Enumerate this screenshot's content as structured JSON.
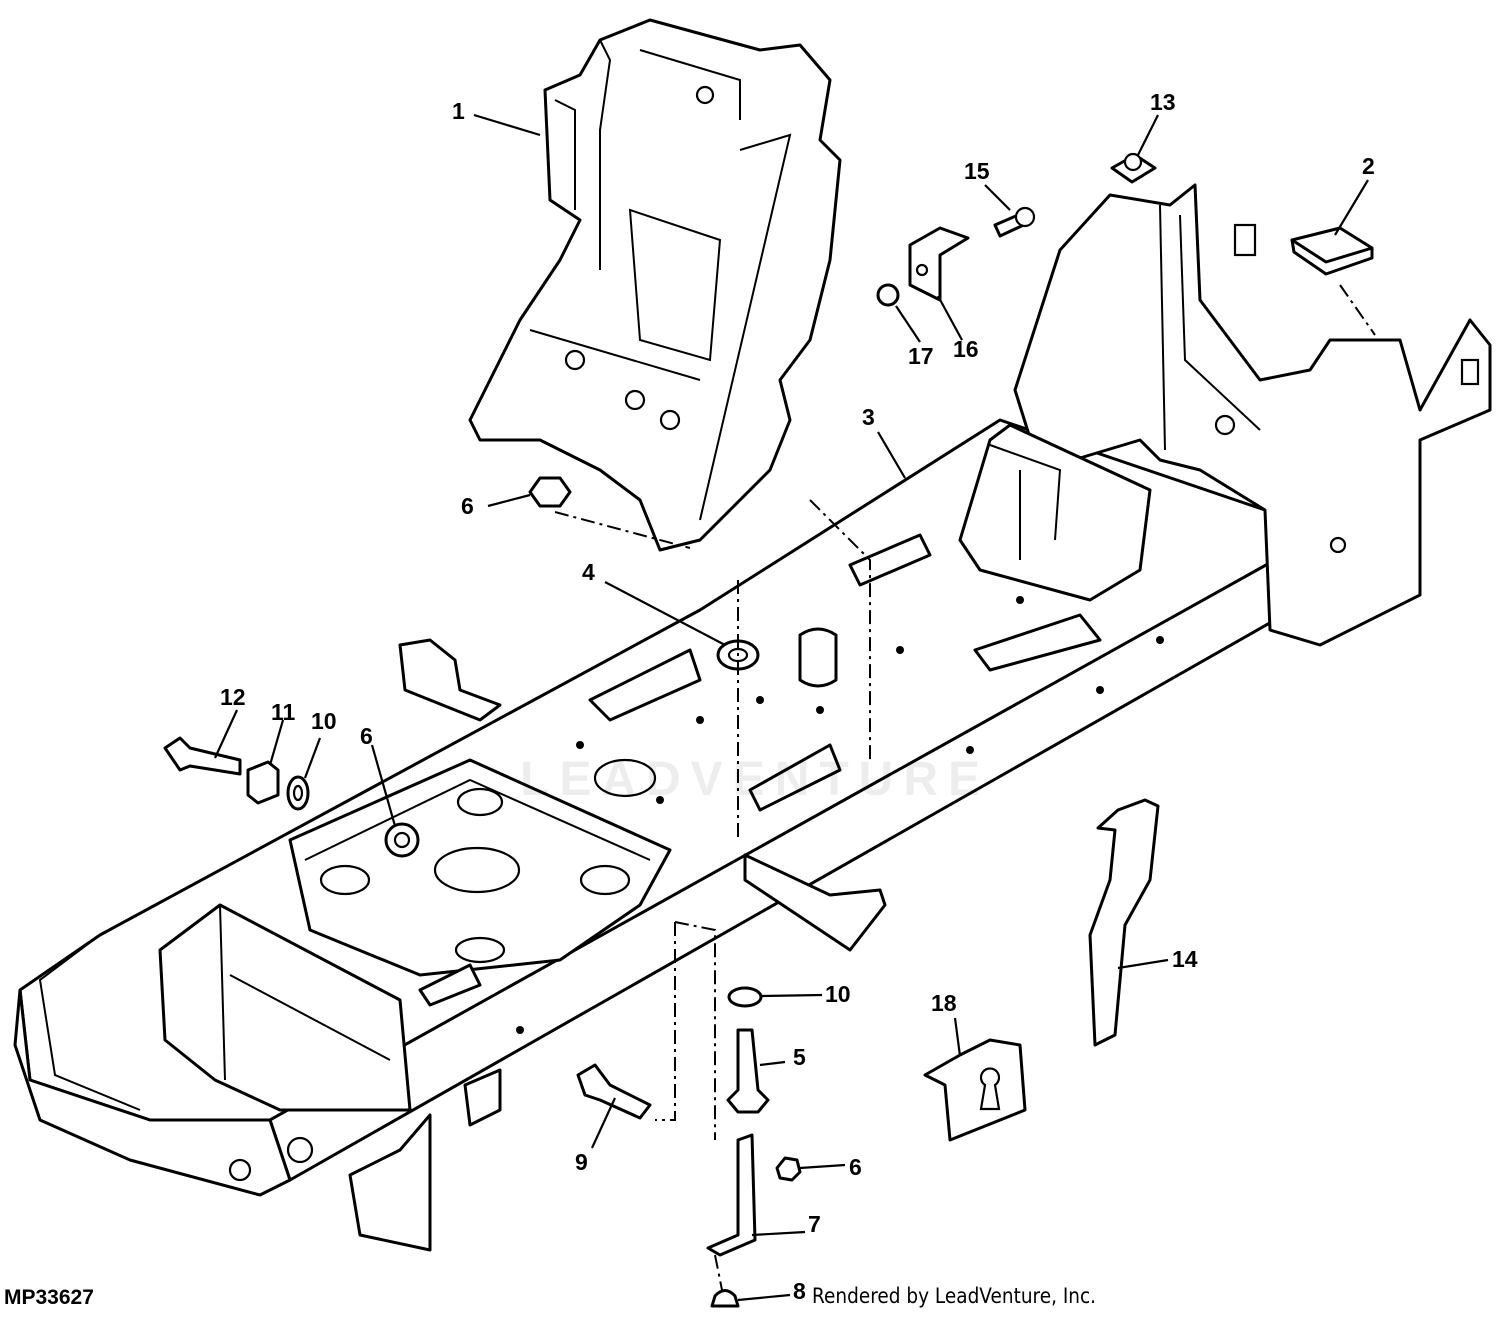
{
  "figure_id": "MP33627",
  "credit": "Rendered by LeadVenture, Inc.",
  "watermark": "LEADVENTURE",
  "callouts": [
    {
      "id": "c1",
      "label": "1"
    },
    {
      "id": "c2",
      "label": "2"
    },
    {
      "id": "c3",
      "label": "3"
    },
    {
      "id": "c4",
      "label": "4"
    },
    {
      "id": "c5",
      "label": "5"
    },
    {
      "id": "c6a",
      "label": "6"
    },
    {
      "id": "c6b",
      "label": "6"
    },
    {
      "id": "c6c",
      "label": "6"
    },
    {
      "id": "c7",
      "label": "7"
    },
    {
      "id": "c8",
      "label": "8"
    },
    {
      "id": "c9",
      "label": "9"
    },
    {
      "id": "c10a",
      "label": "10"
    },
    {
      "id": "c10b",
      "label": "10"
    },
    {
      "id": "c11",
      "label": "11"
    },
    {
      "id": "c12",
      "label": "12"
    },
    {
      "id": "c13",
      "label": "13"
    },
    {
      "id": "c14",
      "label": "14"
    },
    {
      "id": "c15",
      "label": "15"
    },
    {
      "id": "c16",
      "label": "16"
    },
    {
      "id": "c17",
      "label": "17"
    },
    {
      "id": "c18",
      "label": "18"
    }
  ]
}
